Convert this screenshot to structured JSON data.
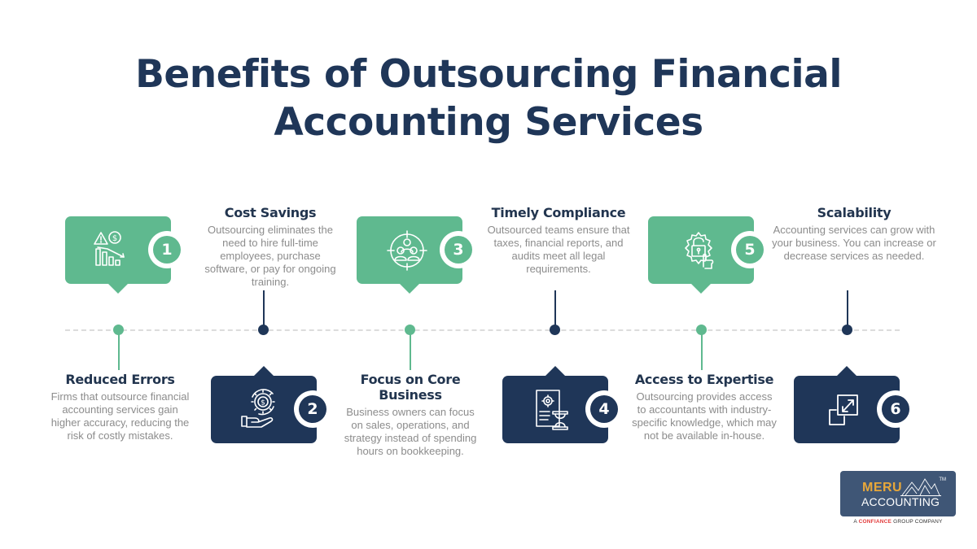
{
  "title": {
    "line1": "Benefits of Outsourcing Financial",
    "line2": "Accounting Services"
  },
  "colors": {
    "green": "#5fb98f",
    "navy": "#1f3658",
    "body_text": "#8c8c8c",
    "timeline": "#dcdcdc"
  },
  "benefits": [
    {
      "number": "1",
      "title": "Reduced Errors",
      "description": "Firms that outsource financial accounting services gain higher accuracy, reducing the risk of costly mistakes.",
      "icon": "warning-dollar-declining-chart-icon",
      "color": "green",
      "card_position": "top",
      "text_position": "bottom"
    },
    {
      "number": "2",
      "title": "Cost Savings",
      "description": "Outsourcing eliminates the need to hire full-time employees, purchase software, or pay for ongoing training.",
      "icon": "hand-gear-dollar-icon",
      "color": "navy",
      "card_position": "bottom",
      "text_position": "top"
    },
    {
      "number": "3",
      "title": "Focus on Core Business",
      "description": "Business owners can focus on sales, operations, and strategy instead of spending hours on bookkeeping.",
      "icon": "team-target-icon",
      "color": "green",
      "card_position": "top",
      "text_position": "bottom"
    },
    {
      "number": "4",
      "title": "Timely Compliance",
      "description": "Outsourced teams ensure that taxes, financial reports, and audits meet all legal requirements.",
      "icon": "document-hourglass-icon",
      "color": "navy",
      "card_position": "bottom",
      "text_position": "top"
    },
    {
      "number": "5",
      "title": "Access to Expertise",
      "description": "Outsourcing provides access to accountants with industry-specific knowledge, which may not be available in-house.",
      "icon": "gear-lock-hand-icon",
      "color": "green",
      "card_position": "top",
      "text_position": "bottom"
    },
    {
      "number": "6",
      "title": "Scalability",
      "description": "Accounting services can grow with your business. You can increase or decrease services as needed.",
      "icon": "resize-expand-icon",
      "color": "navy",
      "card_position": "bottom",
      "text_position": "top"
    }
  ],
  "logo": {
    "line1": "MERU",
    "line2": "ACCOUNTING",
    "trademark": "TM",
    "tagline_prefix": "A",
    "tagline_brand": "CONFIANCE",
    "tagline_suffix": "GROUP COMPANY"
  }
}
